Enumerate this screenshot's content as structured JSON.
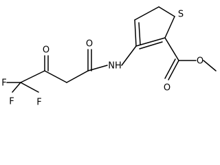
{
  "molecule": {
    "labels": {
      "s": "S",
      "o_keto": "O",
      "o_amide": "O",
      "o_carbonyl": "O",
      "o_ester": "O",
      "nh": "NH",
      "f1": "F",
      "f2": "F",
      "f3": "F"
    },
    "colors": {
      "ink": "#000000",
      "background": "#ffffff"
    }
  }
}
